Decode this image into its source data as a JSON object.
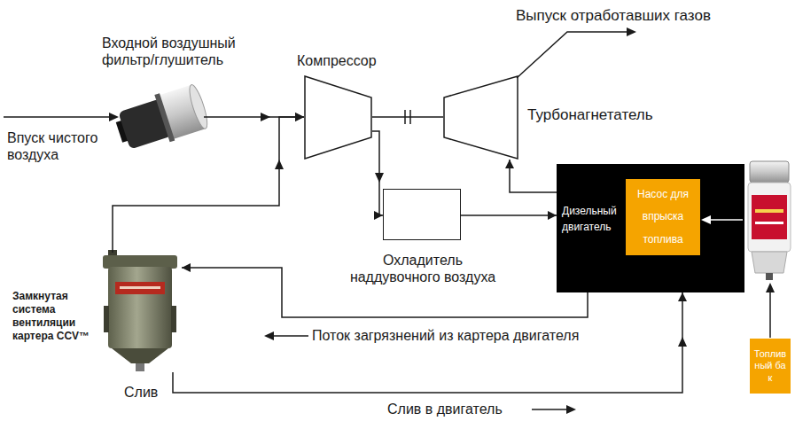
{
  "diagram": {
    "nodes": [
      {
        "text": [
          "Входной воздушный фильтр/глушитель"
        ]
      },
      {
        "text": [
          "Компрессор"
        ]
      },
      {
        "text": [
          "Турбонагнетатель"
        ]
      },
      {
        "text": [
          "Дизельный двигатель"
        ]
      },
      {
        "text": [
          "Насос для впрыска топлива"
        ],
        "in": 3
      },
      {
        "text": [
          "Охладитель наддувочного воздуха"
        ]
      },
      {
        "text": [
          "Замкнутая система вентиляции картера CCV™"
        ]
      },
      {
        "text": [
          "Топливный бак"
        ]
      }
    ],
    "edges": [
      {
        "from": 0,
        "to": 1,
        "arrow": "to"
      },
      {
        "from": 6,
        "to": 1,
        "arrow": "to"
      },
      {
        "from": 1,
        "to": 2,
        "arrow": "none"
      },
      {
        "from": 1,
        "to": 5,
        "arrow": "to"
      },
      {
        "from": 5,
        "to": 3,
        "arrow": "to"
      },
      {
        "from": 3,
        "to": 2,
        "arrow": "to"
      },
      {
        "from": 3,
        "to": 6,
        "arrow": "to"
      },
      {
        "from": 6,
        "to": 3,
        "arrow": "to"
      }
    ],
    "labels": [
      "Выпуск отработавших газов",
      "Впуск чистого воздуха",
      "Поток загрязнений из картера двигателя",
      "Слив",
      "Слив в двигатель"
    ]
  }
}
